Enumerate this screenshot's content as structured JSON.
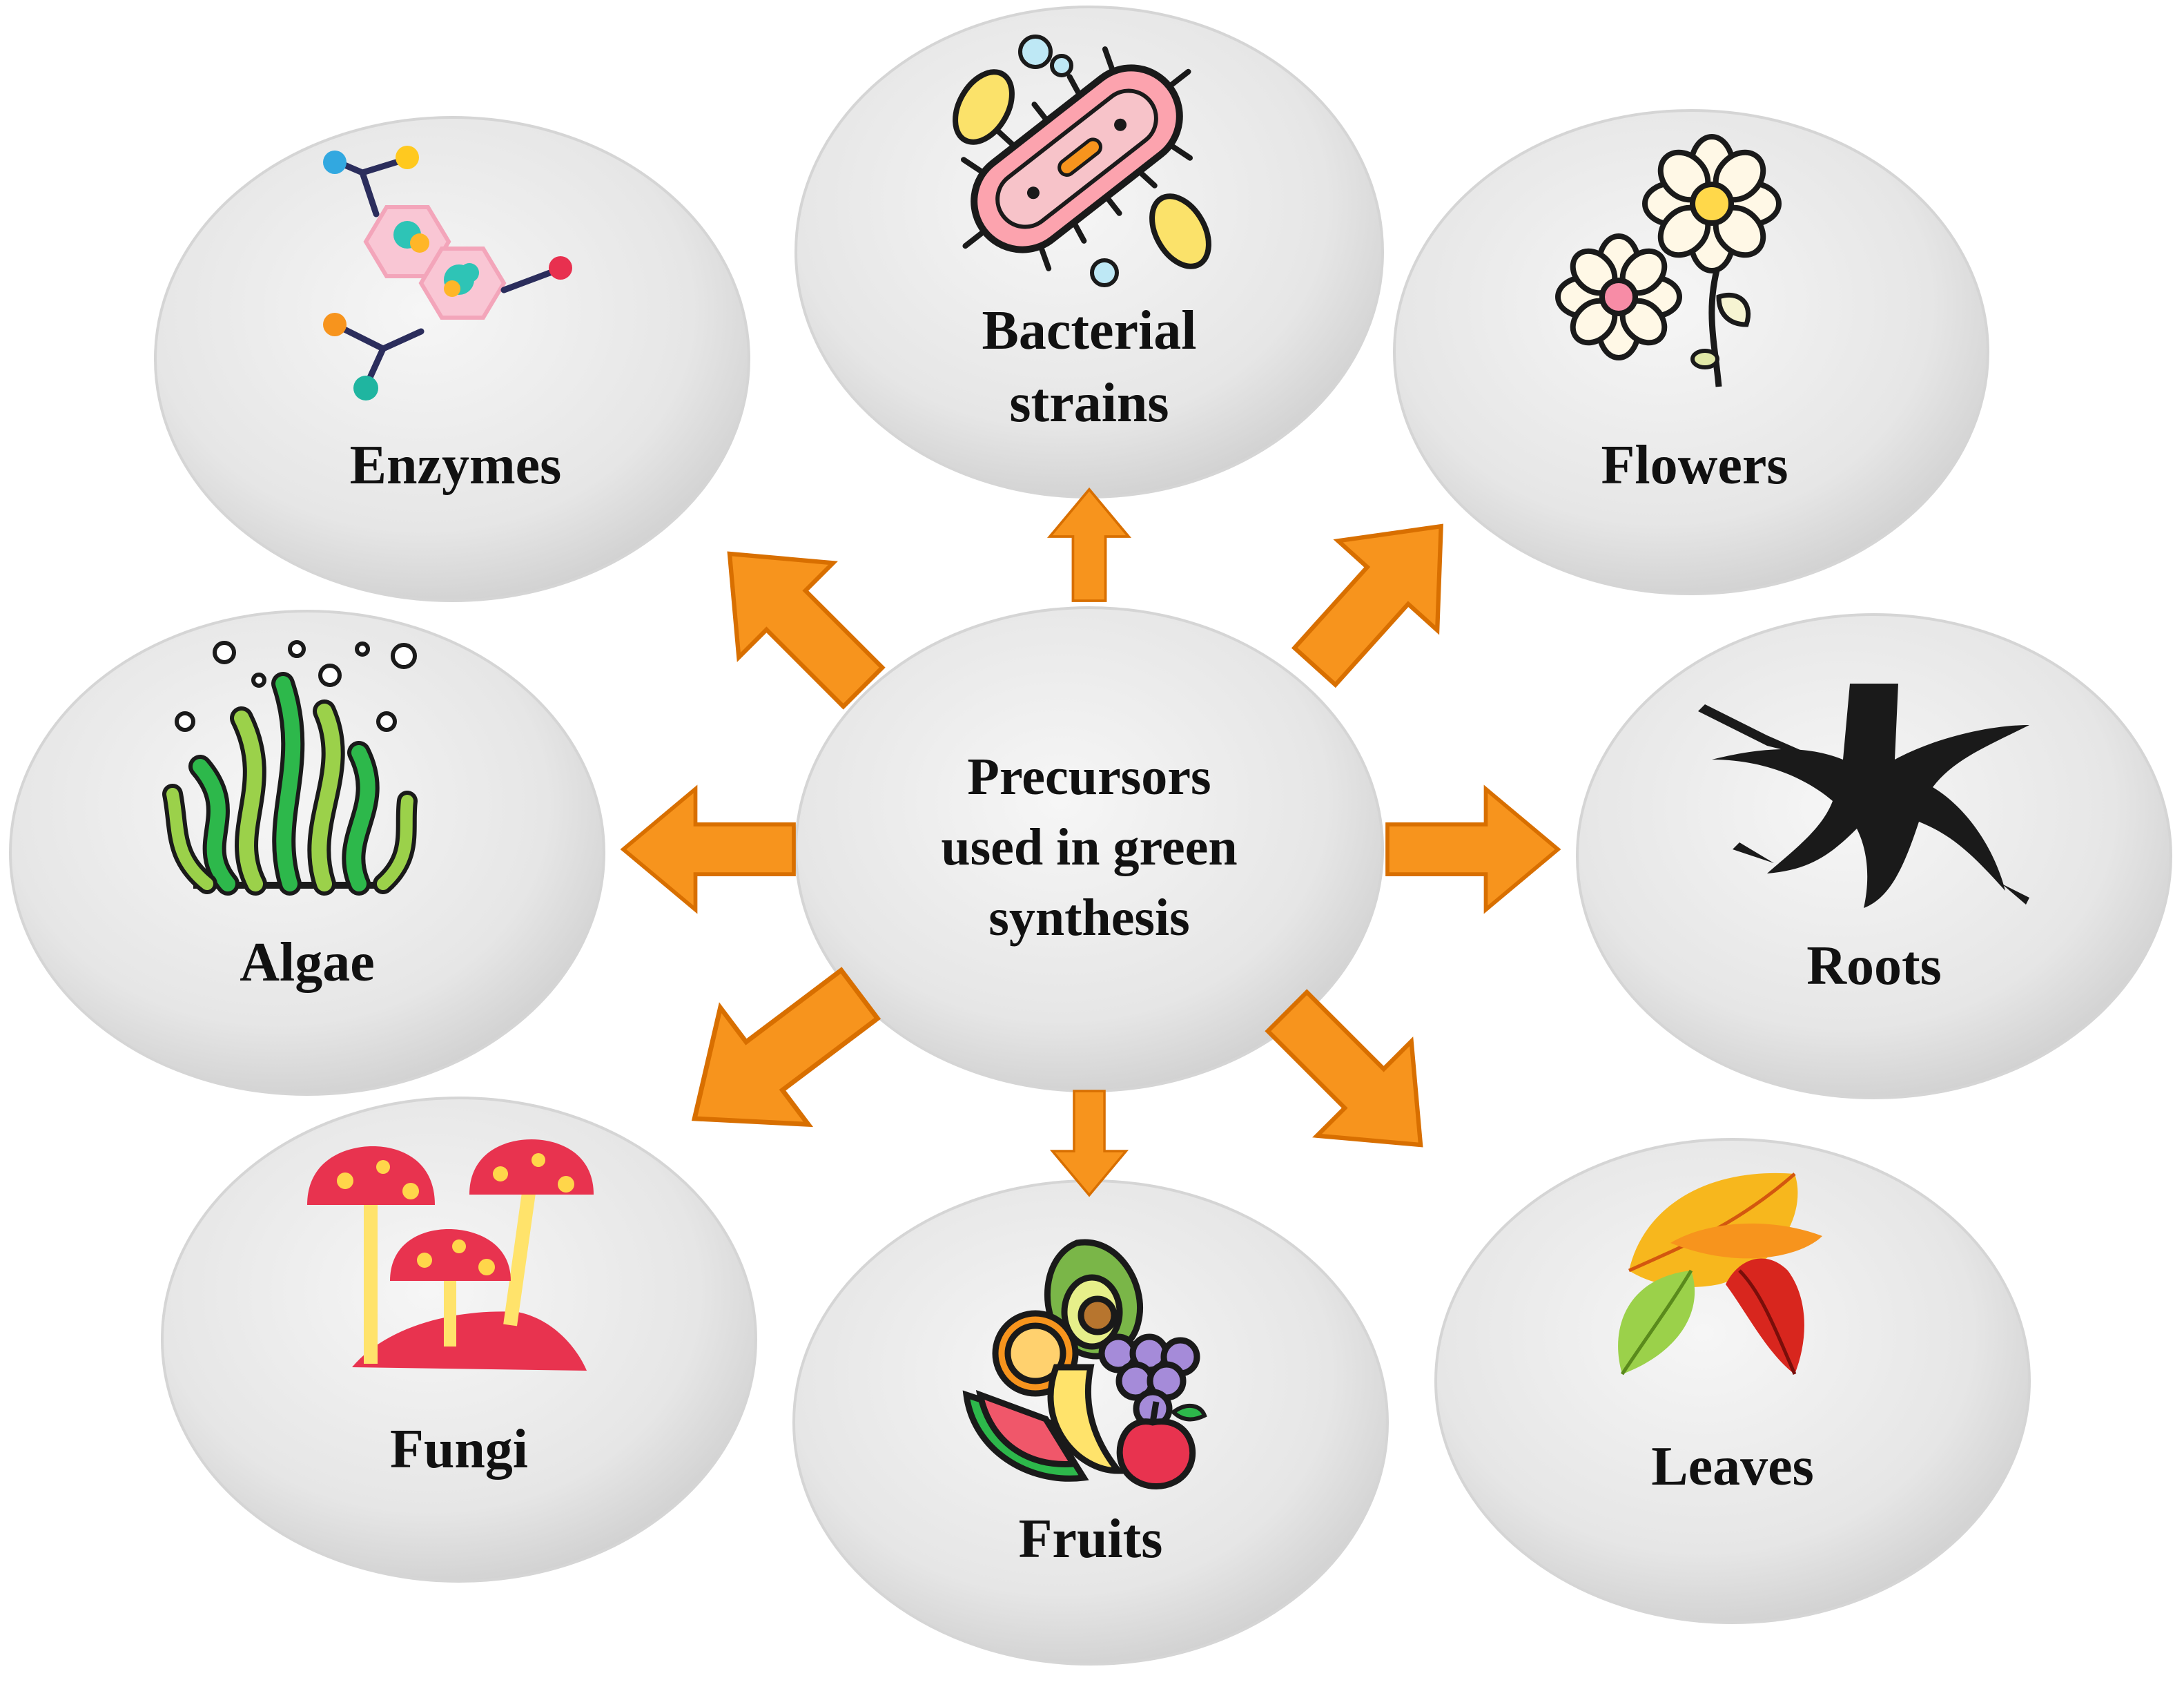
{
  "center": {
    "lines": [
      "Precursors",
      "used in green",
      "synthesis"
    ]
  },
  "nodes": {
    "enzymes": {
      "label": "Enzymes"
    },
    "bacterial": {
      "lines": [
        "Bacterial",
        "strains"
      ]
    },
    "flowers": {
      "label": "Flowers"
    },
    "algae": {
      "label": "Algae"
    },
    "roots": {
      "label": "Roots"
    },
    "fungi": {
      "label": "Fungi"
    },
    "fruits": {
      "label": "Fruits"
    },
    "leaves": {
      "label": "Leaves"
    }
  },
  "colors": {
    "arrow_fill": "#F7941D",
    "arrow_stroke": "#D86F00",
    "ellipse_light": "#F4F4F4",
    "ellipse_dark": "#CFCFCF",
    "text": "#111111"
  },
  "icons": {
    "enzymes": "enzyme-molecule-icon",
    "bacterial": "bacteria-icon",
    "flowers": "flower-icon",
    "algae": "seaweed-icon",
    "roots": "root-icon",
    "fungi": "mushroom-icon",
    "fruits": "fruit-basket-icon",
    "leaves": "autumn-leaves-icon"
  }
}
